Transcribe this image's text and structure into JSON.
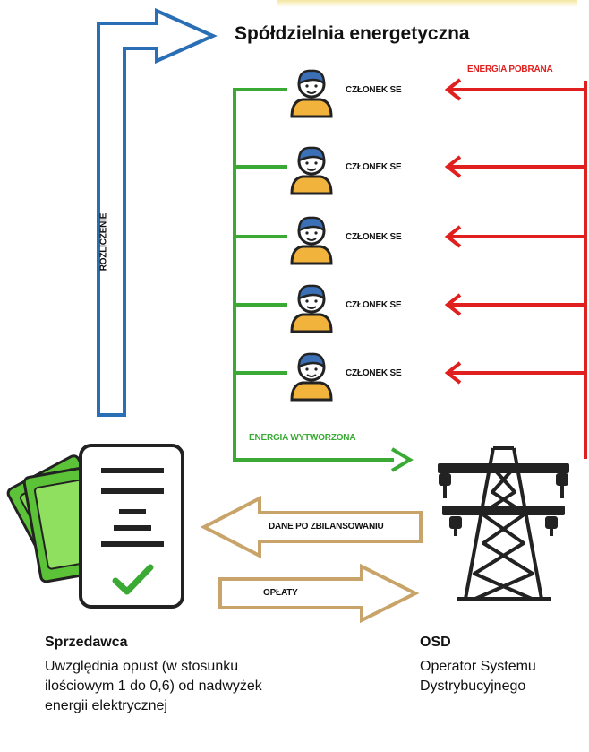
{
  "title": "Spółdzielnia energetyczna",
  "members": [
    {
      "label": "CZŁONEK SE"
    },
    {
      "label": "CZŁONEK SE"
    },
    {
      "label": "CZŁONEK SE"
    },
    {
      "label": "CZŁONEK SE"
    },
    {
      "label": "CZŁONEK SE"
    }
  ],
  "flows": {
    "consumed_label": "ENERGIA POBRANA",
    "produced_label": "ENERGIA WYTWORZONA",
    "settlement_label": "ROZLICZENIE",
    "balanced_data_label": "DANE PO ZBILANSOWANIU",
    "fees_label": "OPŁATY"
  },
  "seller": {
    "title": "Sprzedawca",
    "description": "Uwzględnia opust (w stosunku ilościowym 1 do 0,6) od nadwyżek energii elektrycznej"
  },
  "osd": {
    "title": "OSD",
    "description": "Operator Systemu Dystrybucyjnego"
  },
  "colors": {
    "consumed": "#e0201e",
    "produced": "#3aaa35",
    "settlement": "#2a6fb5",
    "data_arrows": "#c9a46a",
    "member_shirt": "#f2b33d",
    "money": "#5cc238"
  },
  "icons": [
    "member-icon",
    "document-check-icon",
    "banknotes-icon",
    "power-pylon-icon"
  ]
}
